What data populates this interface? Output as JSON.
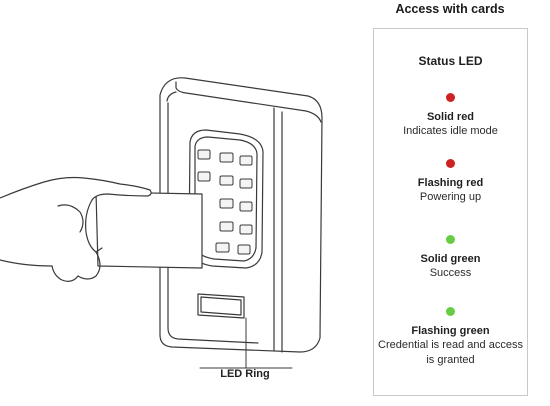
{
  "header": {
    "title": "Access with cards"
  },
  "illustration": {
    "caption": "LED Ring"
  },
  "panel": {
    "subtitle": "Status LED",
    "states": [
      {
        "label": "Solid red",
        "description": "Indicates idle mode",
        "color": "#cc2222",
        "flashing": false
      },
      {
        "label": "Flashing red",
        "description": "Powering up",
        "color": "#cc2222",
        "flashing": true
      },
      {
        "label": "Solid green",
        "description": "Success",
        "color": "#66cc44",
        "flashing": false
      },
      {
        "label": "Flashing green",
        "description": "Credential is read and access is granted",
        "color": "#66cc44",
        "flashing": true
      }
    ]
  },
  "colors": {
    "red": "#cc2222",
    "green": "#66cc44",
    "panel_border": "#c8c8c8"
  }
}
